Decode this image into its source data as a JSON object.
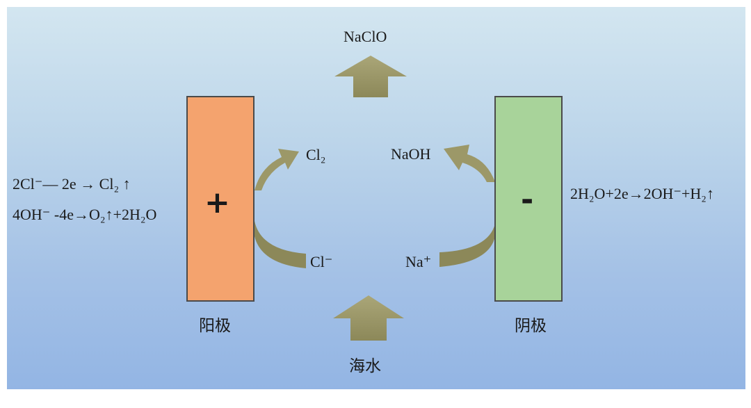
{
  "products": {
    "top": "NaClO"
  },
  "input": {
    "seawater": "海水"
  },
  "anode": {
    "label": "阳极",
    "sign": "+",
    "color": "#f4a36e",
    "reactions": [
      {
        "id": "anode-eq-1",
        "text": "2Cl⁻— 2e → Cl₂ ↑"
      },
      {
        "id": "anode-eq-2",
        "text": "4OH⁻ -4e→O₂↑+2H₂O"
      }
    ],
    "ion_in": "Cl⁻",
    "gas_out": "Cl₂"
  },
  "cathode": {
    "label": "阴极",
    "sign": "-",
    "color": "#a8d39a",
    "reactions": [
      {
        "id": "cathode-eq-1",
        "text": "2H₂O+2e→2OH⁻+H₂↑"
      }
    ],
    "ion_in": "Na⁺",
    "product_out": "NaOH"
  },
  "colors": {
    "arrow": "#9c9868",
    "arrow_dark": "#858156"
  }
}
